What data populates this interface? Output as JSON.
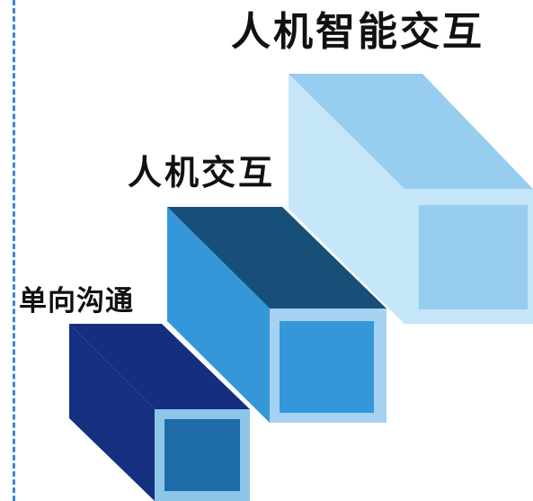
{
  "labels": {
    "large": "人机智能交互",
    "medium": "人机交互",
    "small": "单向沟通"
  },
  "colors": {
    "large_top": "#97cdee",
    "large_side": "#c4e6f8",
    "large_front_frame": "#c4e6f8",
    "large_front_inner": "#97cdee",
    "medium_top": "#174f78",
    "medium_side": "#3497d9",
    "medium_front_frame": "#a5d2f0",
    "medium_front_inner": "#3497d9",
    "small_top": "#142f80",
    "small_side": "#14307f",
    "small_front_frame": "#8ec6ea",
    "small_front_inner": "#1f6da8",
    "divider": "#3a86d4"
  }
}
